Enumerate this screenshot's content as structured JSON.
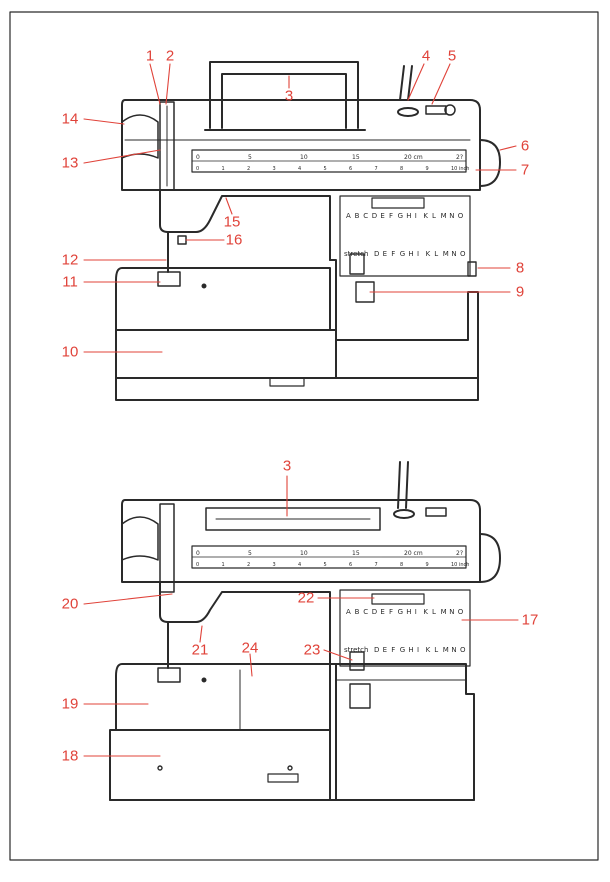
{
  "colors": {
    "ink": "#2a2a2a",
    "callout": "#e0433a",
    "background": "#ffffff"
  },
  "ruler": {
    "cm_label": "20 cm",
    "inch_label": "10 inch",
    "cm_ticks": [
      "0",
      "5",
      "10",
      "15",
      "20 cm",
      "2?"
    ],
    "inch_ticks": [
      "0",
      "1",
      "2",
      "3",
      "4",
      "5",
      "6",
      "7",
      "8",
      "9",
      "10 inch"
    ]
  },
  "panel": {
    "top_letters": [
      "A",
      "B",
      "C",
      "D",
      "E",
      "F",
      "G",
      "H",
      "I",
      "K",
      "L",
      "M",
      "N",
      "O"
    ],
    "stretch_label": "stretch",
    "bottom_letters": [
      "D",
      "E",
      "F",
      "G",
      "H",
      "I",
      "K",
      "L",
      "M",
      "N",
      "O"
    ]
  },
  "figure_top": {
    "callouts": [
      "1",
      "2",
      "3",
      "4",
      "5",
      "6",
      "7",
      "8",
      "9",
      "10",
      "11",
      "12",
      "13",
      "14",
      "15",
      "16"
    ]
  },
  "figure_bottom": {
    "callouts": [
      "3",
      "17",
      "18",
      "19",
      "20",
      "21",
      "22",
      "23",
      "24"
    ]
  }
}
